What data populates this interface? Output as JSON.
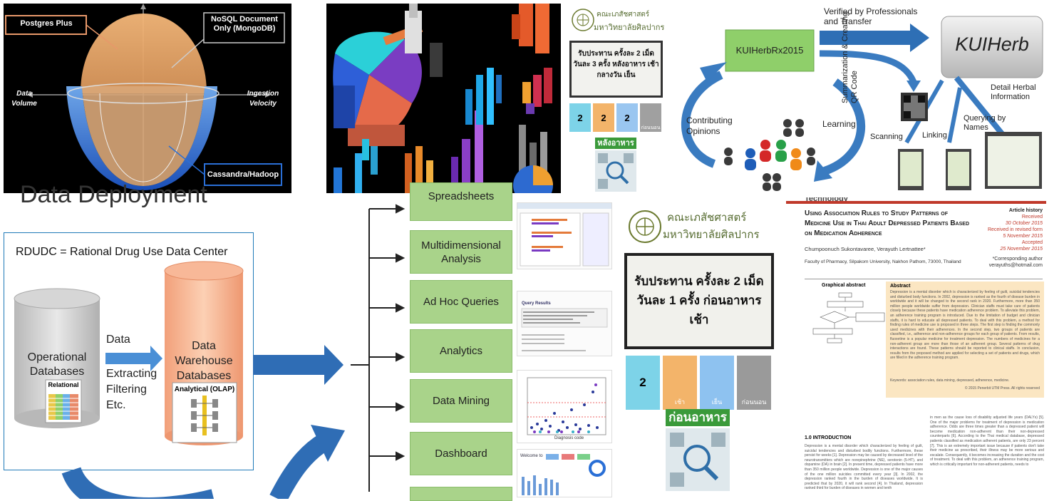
{
  "db_chart": {
    "postgres": "Postgres Plus",
    "nosql": "NoSQL Document Only (MongoDB)",
    "data_volume": "Data Volume",
    "ingestion_velocity": "Ingestion Velocity",
    "cassandra": "Cassandra/Hadoop"
  },
  "deployment_heading": "Data Deployment",
  "rdudc": {
    "title": "RDUDC = Rational Drug Use Data Center",
    "operational": "Operational Databases",
    "relational": "Relational",
    "data": "Data",
    "steps": [
      "Extracting",
      "Filtering",
      "Etc."
    ],
    "warehouse": "Data Warehouse Databases",
    "analytical": "Analytical (OLAP)"
  },
  "outputs": [
    "Spreadsheets",
    "Multidimensional Analysis",
    "Ad Hoc Queries",
    "Analytics",
    "Data Mining",
    "Dashboard"
  ],
  "thumbs": {
    "query_title": "Query Results",
    "datamining_xlabel": "Diagnosis code",
    "dashboard_title": "Welcome to"
  },
  "thai_small": {
    "faculty": "คณะเภสัชศาสตร์",
    "university": "มหาวิทยาลัยศิลปากร",
    "instruction": "รับประทาน ครั้งละ 2 เม็ด วันละ 3 ครั้ง หลังอาหาร เช้า  กลางวัน  เย็น",
    "tiles": [
      "2",
      "2",
      "2",
      "ก่อนนอน"
    ],
    "meal": "หลังอาหาร"
  },
  "thai_large": {
    "faculty": "คณะเภสัชศาสตร์",
    "university": "มหาวิทยาลัยศิลปากร",
    "instruction": "รับประทาน ครั้งละ 2 เม็ด วันละ 1 ครั้ง ก่อนอาหาร เช้า",
    "tiles": [
      "2",
      "เช้า",
      "เย็น",
      "ก่อนนอน"
    ],
    "meal": "ก่อนอาหาร"
  },
  "kuiherb": {
    "verified": "Verified by Professionals and Transfer",
    "rx": "KUIHerbRx2015",
    "brand": "KUIHerb",
    "summarization": "Summarization & Creating QR Code",
    "contributing": "Contributing Opinions",
    "learning": "Learning",
    "scanning": "Scanning",
    "linking": "Linking",
    "querying": "Querying by Names",
    "detail": "Detail Herbal Information"
  },
  "paper": {
    "journal_fragment": "Technology",
    "title": "Using Association Rules to Study Patterns of Medicine Use in Thai Adult Depressed Patients Based on Medication Adherence",
    "history_label": "Article history",
    "history": [
      "Received",
      "30 October 2015",
      "Received in revised form",
      "5 November 2015",
      "Accepted",
      "25 November 2015"
    ],
    "authors": "Chumpoonuch Sukontavaree, Verayuth Lertnattee*",
    "corresponding_label": "*Corresponding author",
    "email": "verayuths@hotmail.com",
    "affiliation": "Faculty of Pharmacy, Silpakorn University, Nakhon Pathom, 73000, Thailand",
    "graphical_abstract": "Graphical abstract",
    "abstract_label": "Abstract",
    "abstract": "Depression is a mental disorder which is characterized by feeling of guilt, suicidal tendencies and disturbed body functions. In 2002, depression is ranked as the fourth of disease burden in worldwide and it will be changed to the second rank in 2020. Furthermore, more than 350 million people worldwide suffer from depression. Clinician staffs must take care of patients closely because these patients have medication adherence problem. To alleviate this problem, an adherence training program is introduced. Due to the limitation of budget and clinician staffs, it is hard to educate all depressed patients. To deal with this problem, a method for finding rules of medicine use is proposed in three steps. The first step is finding the commonly used medicines with their adherences. In the second step, two groups of patients are classified, i.e., adherence and non-adherence groups for each group of patients. From results, fluoxetine is a popular medicine for treatment depression. The numbers of medicines for a non-adherent group are more than those of an adherent group. Several patterns of drug interactions are found. These patterns should be reported to clinical staffs. In conclusion, results from the proposed method are applied for selecting a set of patients and drugs, which are filled in the adherence training program.",
    "keywords": "Keywords: association rules, data mining, depressed, adherence, medicine.",
    "copyright": "© 2015 Penerbit UTM Press. All rights reserved",
    "intro_heading": "1.0 INTRODUCTION",
    "intro_left": "Depression is a mental disorder which characterized by feeling of guilt, suicidal tendencies and disturbed bodily functions. Furthermore, these persist for weeks [1]. Depression may be caused by decreased level of the neurotransmitters which are norepinephrine (NE), serotonin (5-HT), and dopamine (DA) in brain [2]. In present time, depressed patients have more than 350 million people worldwide. Depression is one of the major causes of the one million suicides committed every year [3]. In 2002, the depression ranked fourth in the burden of diseases worldwide. It is predicted that by 2020, it will rank second [4]. In Thailand, depression ranked third for burden of diseases in women and tenth",
    "intro_right": "in men as the cause loss of disability adjusted life years (DALYs) [5]. One of the major problems for treatment of depression is medication adherence. Odds are three times greater than a depressed patient will become medication non-adherent than their non-depressed counterparts [6]. According to the Thai medical database, depressed patients classified as medication adherent patients, are only 23 percent [7]. This is an extremely important issue because if patients don't take their medicine as prescribed, their illness may be more serious and escalate. Consequently, it becomes increasing the duration and the cost of treatment. To deal with this problem, an adherence training program, which is critically important for non-adherent patients, needs to"
  }
}
